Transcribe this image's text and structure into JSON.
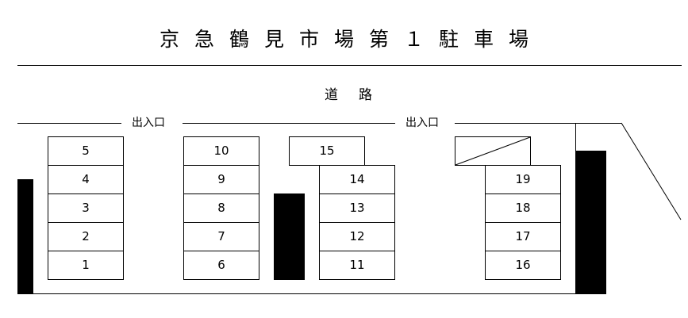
{
  "title": "京急鶴見市場第１駐車場",
  "road_label": "道路",
  "gates": [
    {
      "label": "出入口"
    },
    {
      "label": "出入口"
    }
  ],
  "spaces": {
    "col_a": [
      "5",
      "4",
      "3",
      "2",
      "1"
    ],
    "col_b": [
      "10",
      "9",
      "8",
      "7",
      "6"
    ],
    "space_15": "15",
    "col_c": [
      "14",
      "13",
      "12",
      "11"
    ],
    "col_d": [
      "19",
      "18",
      "17",
      "16"
    ]
  },
  "colors": {
    "line": "#000000",
    "background": "#ffffff",
    "building": "#000000"
  }
}
